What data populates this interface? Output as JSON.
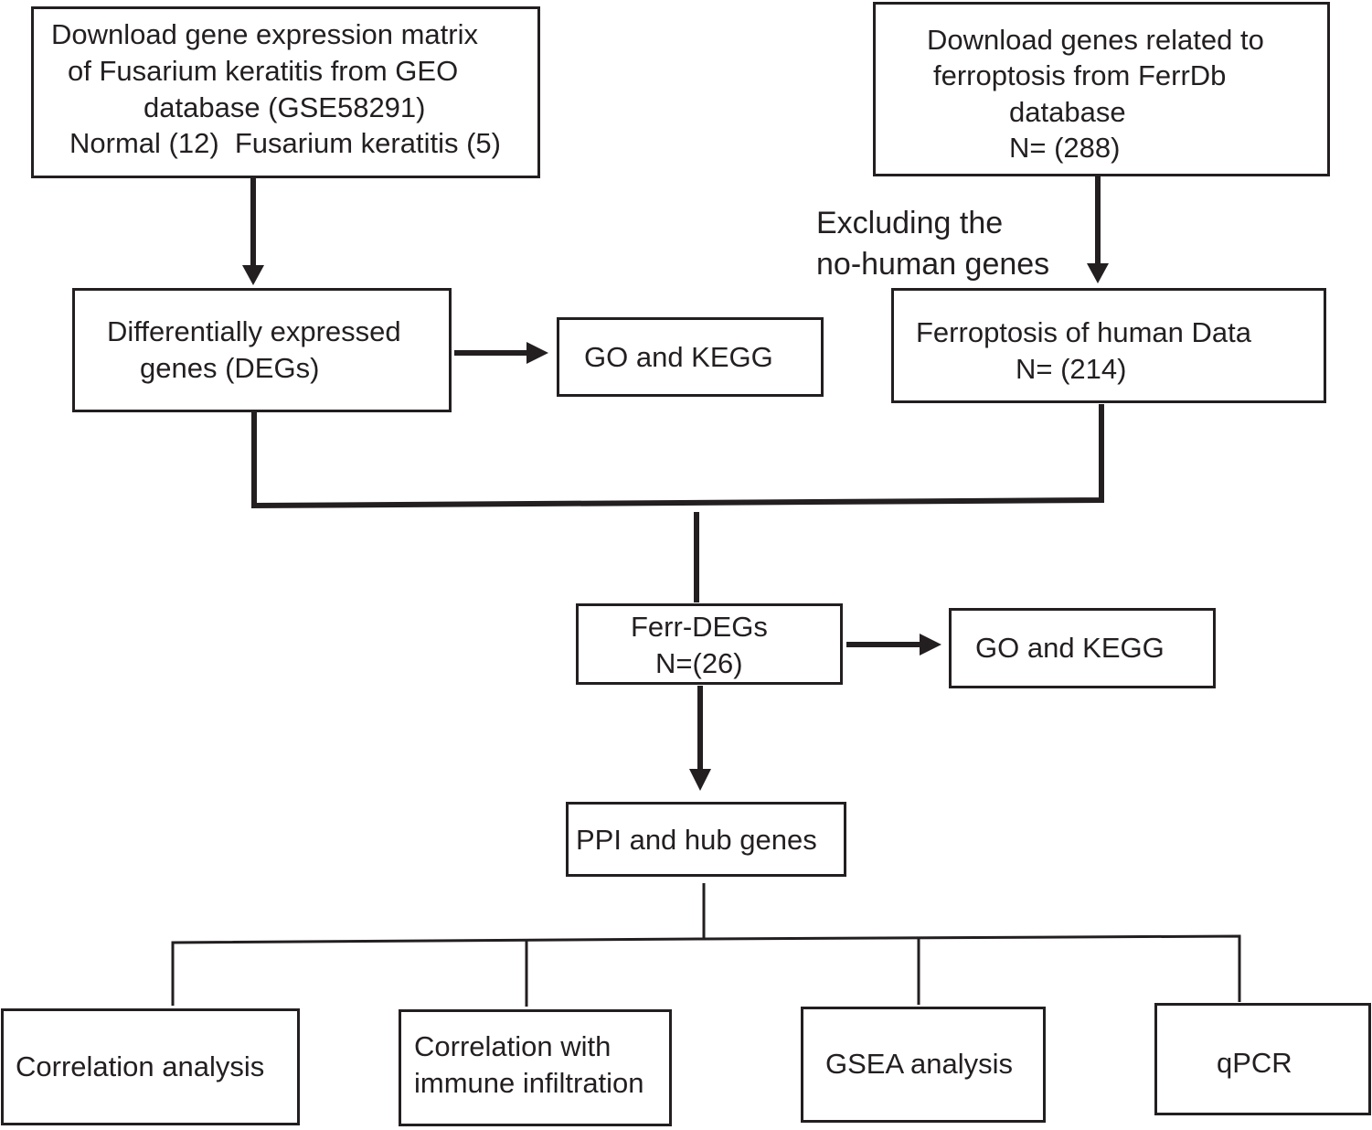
{
  "flowchart": {
    "geo_box": {
      "line1": "Download gene expression matrix",
      "line2": "of Fusarium keratitis from GEO",
      "line3": "database (GSE58291)",
      "line4": "Normal (12)  Fusarium keratitis (5)"
    },
    "ferrdb_box": {
      "line1": "Download genes related to",
      "line2": "ferroptosis from FerrDb",
      "line3": "database",
      "line4": "N= (288)"
    },
    "exclude_note": {
      "line1": "Excluding the",
      "line2": "no-human genes"
    },
    "degs_box": {
      "line1": "Differentially expressed",
      "line2": "genes (DEGs)"
    },
    "go_kegg_1": "GO and KEGG",
    "human_box": {
      "line1": "Ferroptosis of human Data",
      "line2": "N= (214)"
    },
    "ferr_degs_box": {
      "line1": "Ferr-DEGs",
      "line2": "N=(26)"
    },
    "go_kegg_2": "GO and KEGG",
    "ppi_box": "PPI and hub genes",
    "correlation_box": "Correlation analysis",
    "immune_box": {
      "line1": "Correlation with",
      "line2": "immune infiltration"
    },
    "gsea_box": "GSEA analysis",
    "qpcr_box": "qPCR"
  }
}
